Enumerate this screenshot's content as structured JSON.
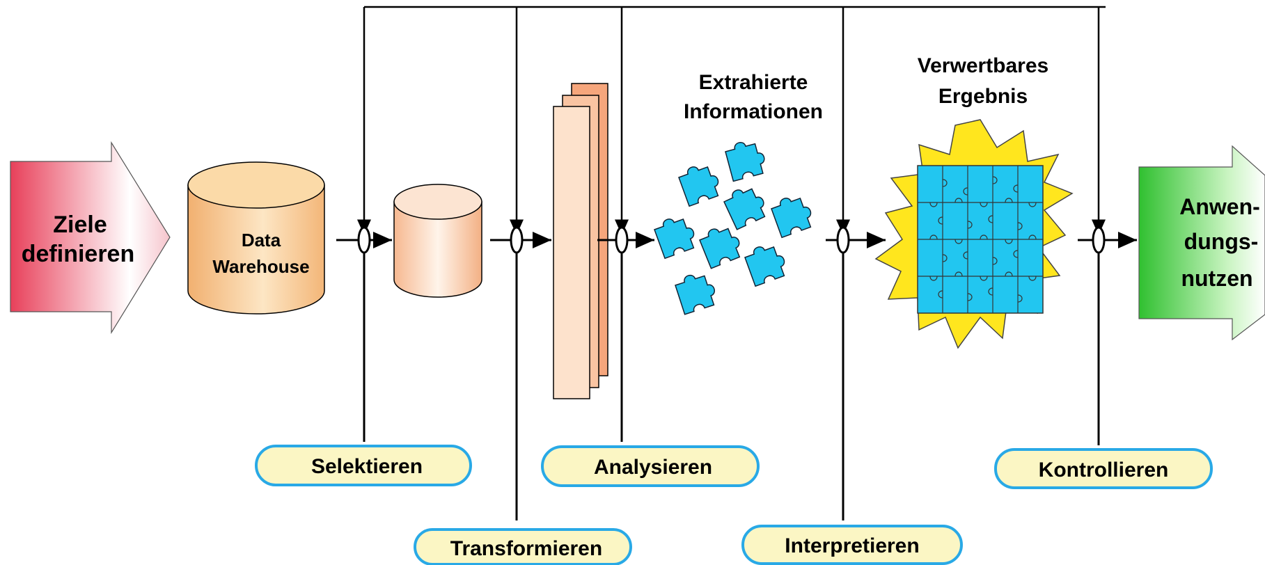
{
  "goal": {
    "line1": "Ziele",
    "line2": "definieren"
  },
  "warehouse": {
    "line1": "Data",
    "line2": "Warehouse"
  },
  "extracted": {
    "line1": "Extrahierte",
    "line2": "Informationen"
  },
  "result": {
    "line1": "Verwertbares",
    "line2": "Ergebnis"
  },
  "benefit": {
    "line1": "Anwen-",
    "line2": "dungs-",
    "line3": "nutzen"
  },
  "steps": {
    "select": "Selektieren",
    "transform": "Transformieren",
    "analyze": "Analysieren",
    "interpret": "Interpretieren",
    "control": "Kontrollieren"
  },
  "colors": {
    "goal_arrow": "#e8405a",
    "benefit_arrow": "#3cc83c",
    "cylinder": "#f8c890",
    "puzzle": "#22c6f0",
    "burst": "#ffe61e",
    "oval_fill": "#fbf6c4",
    "oval_border": "#29a9e6"
  }
}
